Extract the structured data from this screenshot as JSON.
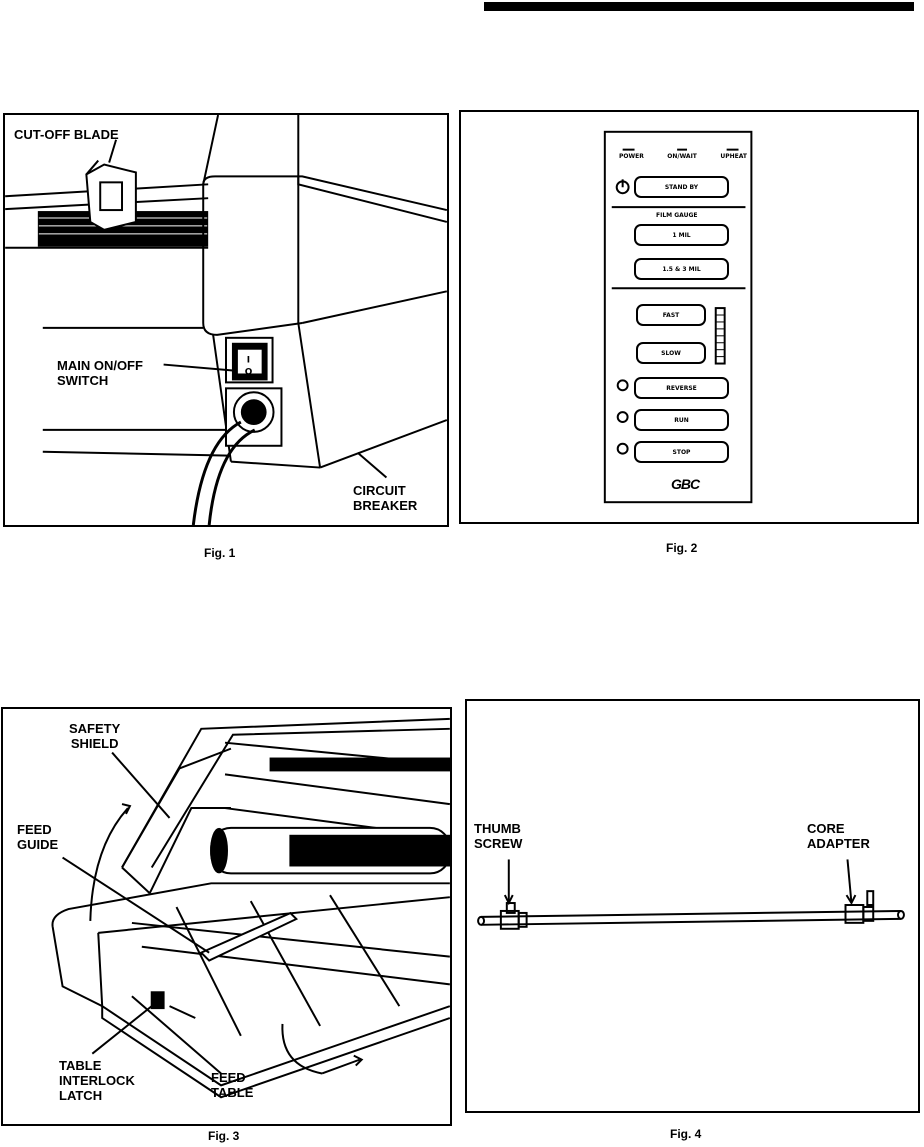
{
  "fig1": {
    "caption": "Fig. 1",
    "labels": {
      "cutoff_blade": "CUT-OFF BLADE",
      "main_switch_line1": "MAIN ON/OFF",
      "main_switch_line2": "SWITCH",
      "breaker_line1": "CIRCUIT",
      "breaker_line2": "BREAKER"
    },
    "switch_marks": {
      "on": "I",
      "off": "O"
    }
  },
  "fig2": {
    "caption": "Fig. 2",
    "status_labels": [
      "POWER",
      "ON/WAIT",
      "UPHEAT"
    ],
    "section_label": "FILM GAUGE",
    "buttons": [
      "STAND BY",
      "1 MIL",
      "1.5 & 3 MIL",
      "FAST",
      "SLOW",
      "REVERSE",
      "RUN",
      "STOP"
    ],
    "logo": "GBC"
  },
  "fig3": {
    "caption": "Fig. 3",
    "labels": {
      "shield_line1": "SAFETY",
      "shield_line2": "SHIELD",
      "guide_line1": "FEED",
      "guide_line2": "GUIDE",
      "latch_line1": "TABLE",
      "latch_line2": "INTERLOCK",
      "latch_line3": "LATCH",
      "table_line1": "FEED",
      "table_line2": "TABLE"
    }
  },
  "fig4": {
    "caption": "Fig. 4",
    "labels": {
      "thumb_line1": "THUMB",
      "thumb_line2": "SCREW",
      "core_line1": "CORE",
      "core_line2": "ADAPTER"
    }
  }
}
